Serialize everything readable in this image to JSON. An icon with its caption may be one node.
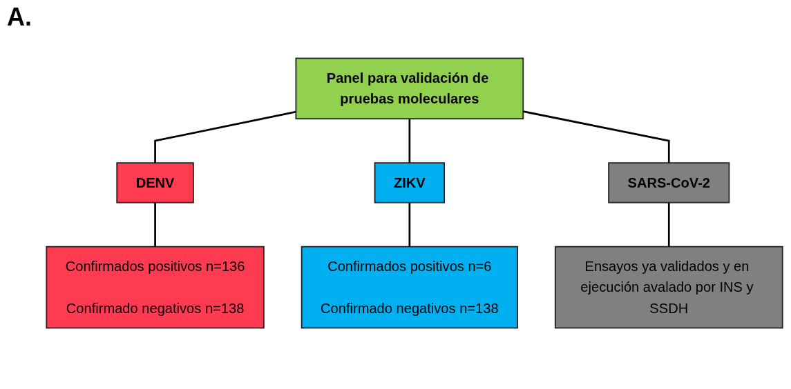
{
  "diagram": {
    "nodes": [
      {
        "text": [
          "Panel para validación de pruebas moleculares"
        ]
      },
      {
        "text": [
          "DENV"
        ]
      },
      {
        "text": [
          "ZIKV"
        ]
      },
      {
        "text": [
          "SARS-CoV-2"
        ]
      },
      {
        "text": [
          "Confirmados positivos n=136",
          "Confirmado negativos n=138"
        ]
      },
      {
        "text": [
          "Confirmados positivos n=6",
          "Confirmado negativos n=138"
        ]
      },
      {
        "text": [
          "Ensayos ya validados y en ejecución avalado por INS y SSDH"
        ]
      }
    ],
    "edges": [
      {
        "from": 0,
        "to": 1,
        "arrow": "none"
      },
      {
        "from": 0,
        "to": 2,
        "arrow": "none"
      },
      {
        "from": 0,
        "to": 3,
        "arrow": "none"
      },
      {
        "from": 1,
        "to": 4,
        "arrow": "none"
      },
      {
        "from": 2,
        "to": 5,
        "arrow": "none"
      },
      {
        "from": 3,
        "to": 6,
        "arrow": "none"
      }
    ],
    "labels": [
      "A."
    ]
  }
}
